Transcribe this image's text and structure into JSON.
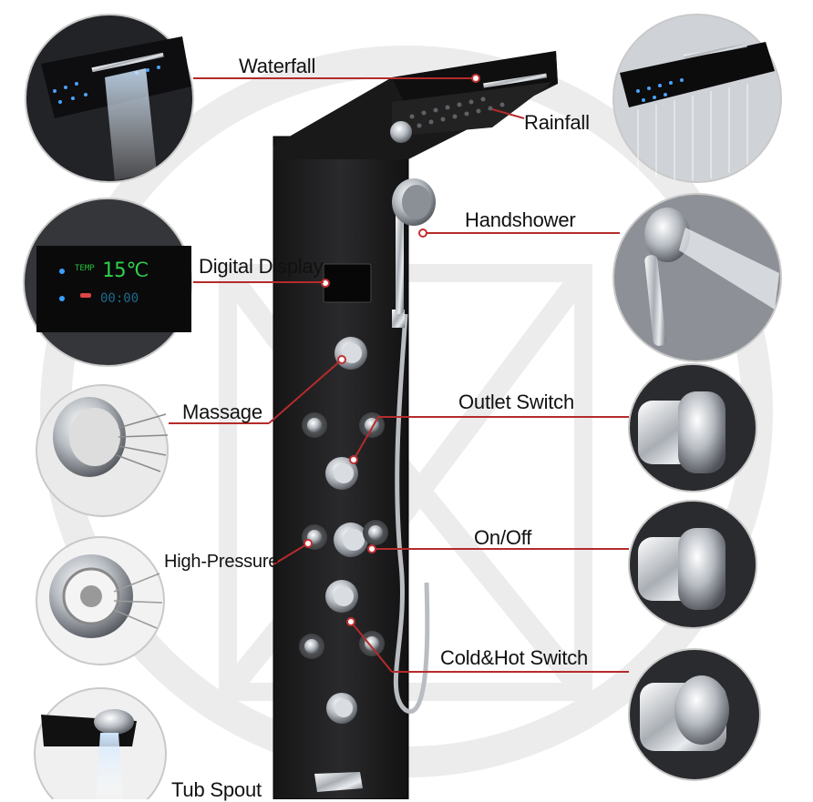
{
  "product": {
    "colors": {
      "panel": "#1c1c1e",
      "chrome": "#c9cdd2",
      "callout": "#b52b2b",
      "watermark": "#ececec"
    }
  },
  "labels": {
    "waterfall": "Waterfall",
    "rainfall": "Rainfall",
    "handshower": "Handshower",
    "digital_display": "Digital Display",
    "massage": "Massage",
    "outlet_switch": "Outlet Switch",
    "high_pressure": "High-Pressure",
    "on_off": "On/Off",
    "cold_hot_switch": "Cold&Hot Switch",
    "tub_spout": "Tub Spout"
  },
  "display": {
    "temp_label": "TEMP",
    "temperature": "15℃"
  }
}
